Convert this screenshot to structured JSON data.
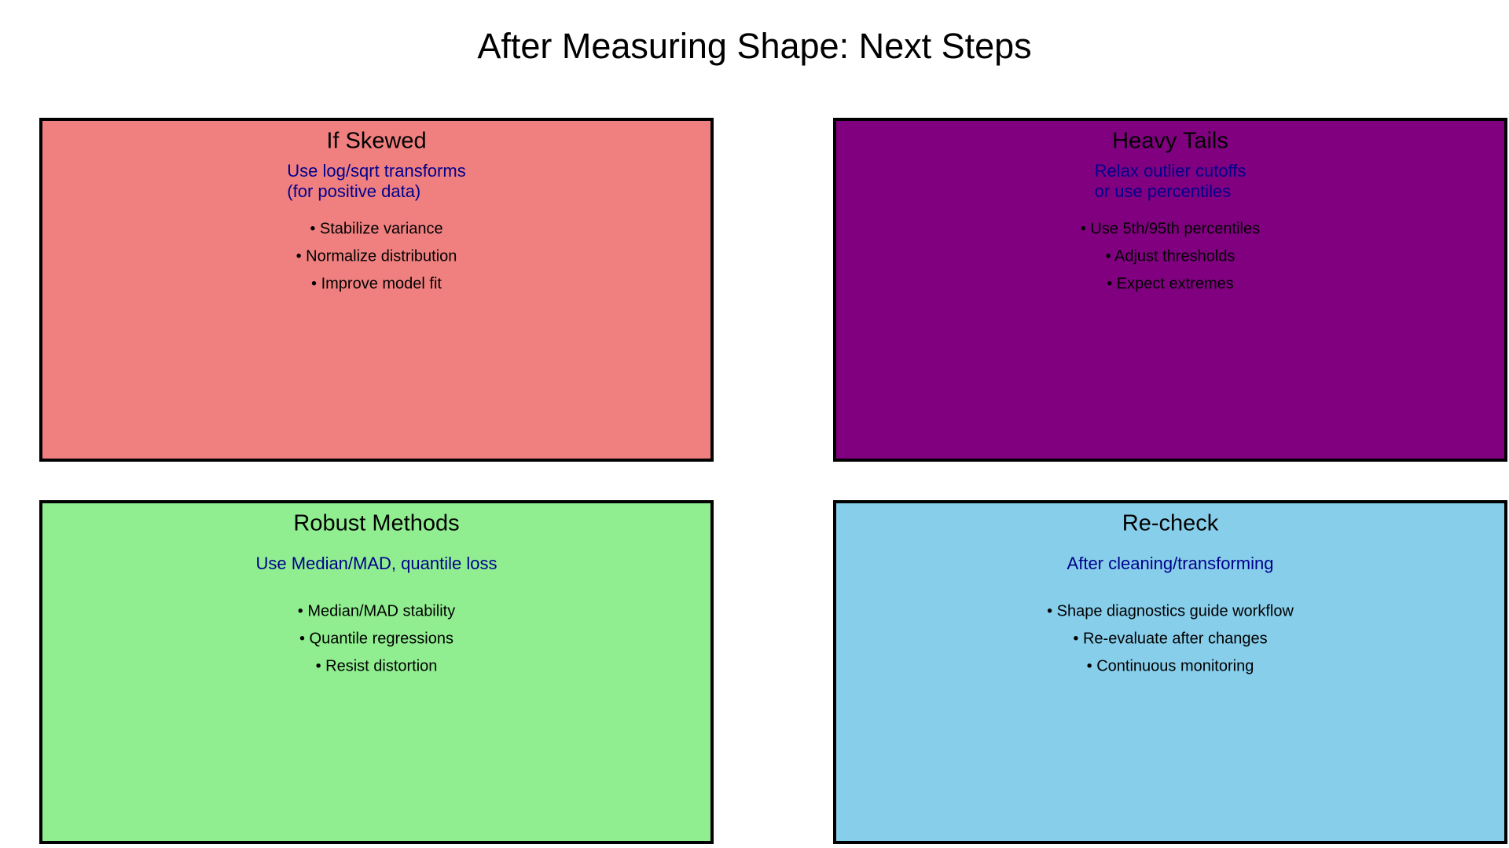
{
  "title": "After Measuring Shape: Next Steps",
  "colors": {
    "background": "#ffffff",
    "border": "#000000",
    "title_text": "#000000",
    "body_text": "#000000",
    "subtitle_text": "#00008b"
  },
  "cards": [
    {
      "title": "If Skewed",
      "bg": "#f08080",
      "subtitle_lines": [
        "Use log/sqrt transforms",
        "(for positive data)"
      ],
      "bullets": [
        "• Stabilize variance",
        "• Normalize distribution",
        "• Improve model fit"
      ]
    },
    {
      "title": "Heavy Tails",
      "bg": "#800080",
      "subtitle_lines": [
        "Relax outlier cutoffs",
        "or use percentiles"
      ],
      "bullets": [
        "• Use 5th/95th percentiles",
        "• Adjust thresholds",
        "• Expect extremes"
      ]
    },
    {
      "title": "Robust Methods",
      "bg": "#90ee90",
      "subtitle_lines": [
        "Use Median/MAD, quantile loss"
      ],
      "bullets": [
        "• Median/MAD stability",
        "• Quantile regressions",
        "• Resist distortion"
      ]
    },
    {
      "title": "Re-check",
      "bg": "#87ceeb",
      "subtitle_lines": [
        "After cleaning/transforming"
      ],
      "bullets": [
        "• Shape diagnostics guide workflow",
        "• Re-evaluate after changes",
        "• Continuous monitoring"
      ]
    }
  ]
}
